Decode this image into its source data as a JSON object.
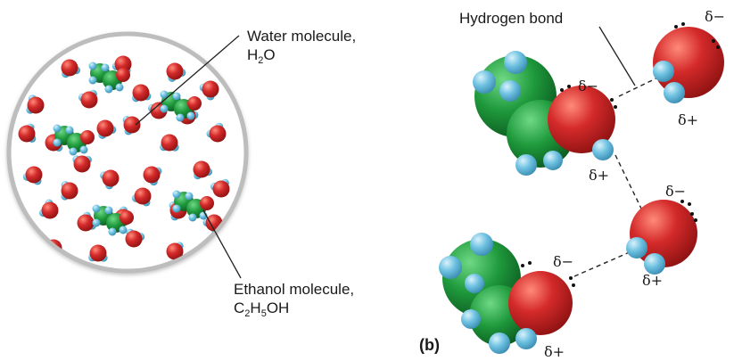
{
  "labels": {
    "water_line1": "Water molecule,",
    "water_formula": {
      "a": "H",
      "b": "2",
      "c": "O"
    },
    "ethanol_line1": "Ethanol molecule,",
    "ethanol_formula": {
      "a": "C",
      "b": "2",
      "c": "H",
      "d": "5",
      "e": "OH"
    },
    "hydrogen_bond": "Hydrogen bond",
    "panel": "(b)"
  },
  "charges": {
    "delta_minus": "δ−",
    "delta_plus": "δ+"
  },
  "colors": {
    "oxygen": "#d42a2a",
    "hydrogen": "#6cc0e0",
    "carbon": "#1f9a3c",
    "border": "#bdbdbd",
    "text": "#1a1a1a"
  }
}
